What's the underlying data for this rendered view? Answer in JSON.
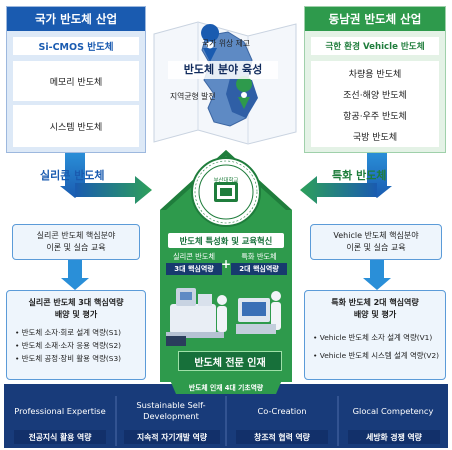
{
  "left_header": {
    "title": "국가 반도체 산업",
    "subtitle": "Si-CMOS 반도체",
    "items": [
      "메모리 반도체",
      "시스템 반도체"
    ]
  },
  "right_header": {
    "title": "동남권 반도체 산업",
    "subtitle": "극한 환경 Vehicle 반도체",
    "items": [
      "차량용 반도체",
      "조선·해양 반도체",
      "항공·우주 반도체",
      "국방 반도체"
    ]
  },
  "map": {
    "title": "반도체 분야 육성",
    "note_top": "국가 위상 제고",
    "note_left": "지역균형 발전"
  },
  "left_track": {
    "label": "실리콘 반도체",
    "box1": [
      "실리콘 반도체 핵심분야",
      "이론 및 실습 교육"
    ],
    "box2_title": [
      "실리콘 반도체 3대 핵심역량",
      "배양 및 평가"
    ],
    "box2_items": [
      "반도체 소자·회로 설계 역량(S1)",
      "반도체 소재·소자 응용 역량(S2)",
      "반도체 공정·장비 활용 역량(S3)"
    ]
  },
  "right_track": {
    "label": "특화 반도체",
    "box1": [
      "Vehicle 반도체 핵심분야",
      "이론 및 실습 교육"
    ],
    "box2_title": [
      "특화 반도체 2대 핵심역량",
      "배양 및 평가"
    ],
    "box2_items": [
      "Vehicle 반도체 소자 설계 역량(V1)",
      "Vehicle 반도체 시스템 설계 역량(V2)"
    ]
  },
  "center": {
    "seal_text": "부산대학교",
    "banner": "반도체 특성화 및 교육혁신",
    "left_title": "실리콘 반도체",
    "left_badge": "3대 핵심역량",
    "plus": "+",
    "right_title": "특화 반도체",
    "right_badge": "2대 핵심역량",
    "result": "반도체 전문 인재"
  },
  "bottom": {
    "tab": "반도체 인재 4대 기초역량",
    "columns": [
      {
        "en": "Professional Expertise",
        "ko": "전공지식 활용 역량"
      },
      {
        "en": "Sustainable Self-Development",
        "ko": "지속적 자기개발 역량"
      },
      {
        "en": "Co-Creation",
        "ko": "창조적 협력 역량"
      },
      {
        "en": "Glocal Competency",
        "ko": "세방화 경쟁 역량"
      }
    ]
  },
  "colors": {
    "blue": "#1a5bb0",
    "light_blue": "#dde9f7",
    "green": "#2e9a4c",
    "dark_green": "#17703a",
    "navy": "#183b7a"
  }
}
